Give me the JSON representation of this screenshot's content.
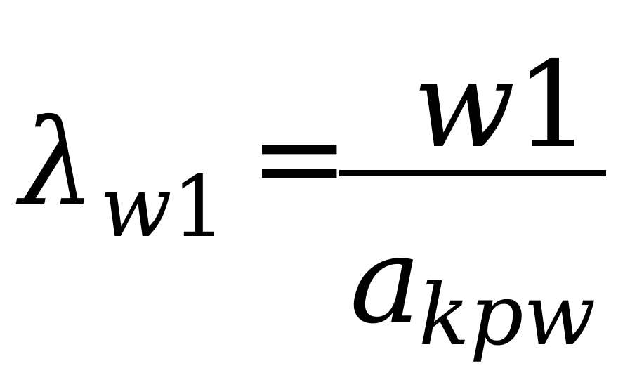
{
  "formula": {
    "lhs_symbol": "λ",
    "lhs_subscript_letter": "w",
    "lhs_subscript_digit": "1",
    "equals": "=",
    "numerator_letter": "w",
    "numerator_digit": "1",
    "denominator_letter": "a",
    "denominator_subscript": "kpw"
  },
  "colors": {
    "text": "#000000",
    "background": "#ffffff"
  }
}
